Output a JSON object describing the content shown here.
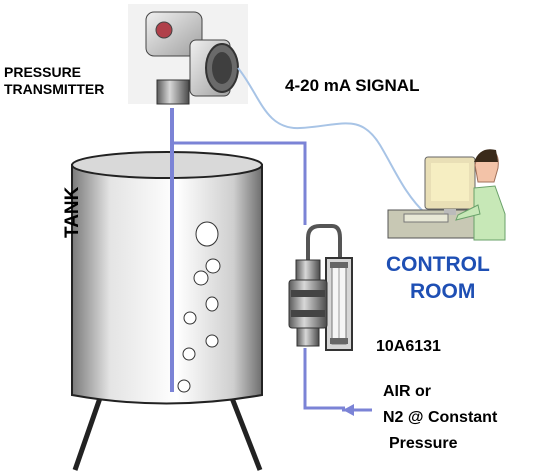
{
  "labels": {
    "transmitter_line1": "PRESSURE",
    "transmitter_line2": "TRANSMITTER",
    "signal": "4-20 mA SIGNAL",
    "control_room_line1": "CONTROL",
    "control_room_line2": "ROOM",
    "rotameter_model": "10A6131",
    "gas_line1": "AIR or",
    "gas_line2": "N2 @ Constant",
    "gas_line3": "Pressure",
    "tank": "TANK"
  },
  "colors": {
    "pipe": "#7b83d6",
    "control_room_text": "#1e4fb4",
    "signal_cable": "#a8c4e6"
  }
}
